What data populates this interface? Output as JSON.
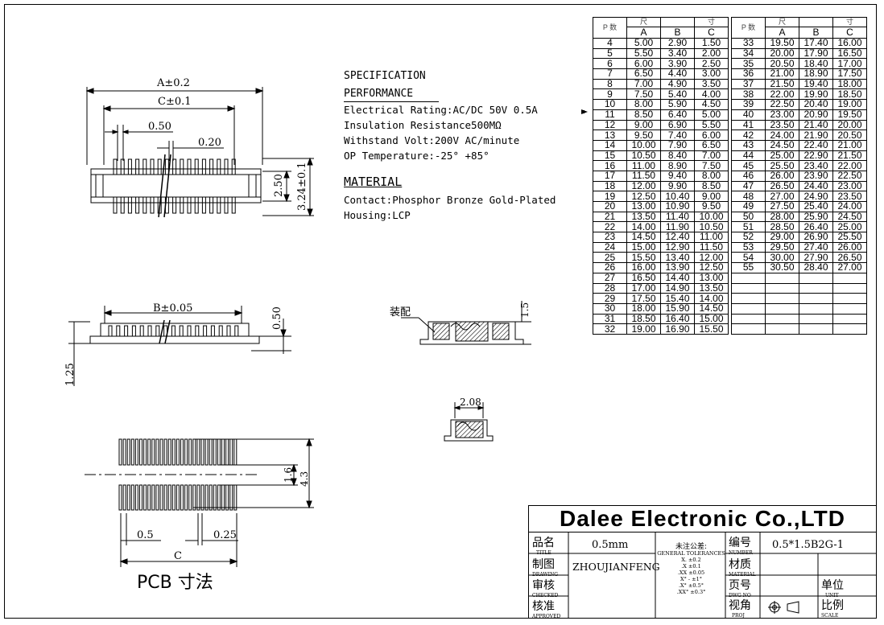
{
  "dims": {
    "a_tol": "A±0.2",
    "c_tol": "C±0.1",
    "pitch": "0.50",
    "gap": "0.20",
    "h1": "2.50",
    "h2": "3.24±0.1",
    "b_tol": "B±0.05",
    "side_h": "0.50",
    "left_h": "1.25",
    "asm_h": "1.5",
    "asm_label": "装配",
    "w208": "2.08",
    "pcb_gap": "1.6",
    "pcb_h": "4.3",
    "pcb_pitch": "0.5",
    "pcb_width": "0.25",
    "pcb_c": "C",
    "pcb_title": "PCB 寸法"
  },
  "spec": {
    "heading": "SPECIFICATION",
    "perf_heading": "PERFORMANCE",
    "perf_lines": [
      "Electrical Rating:AC/DC 50V 0.5A",
      "Insulation Resistance500MΩ",
      "Withstand Volt:200V AC/minute",
      "OP Temperature:-25° +85°"
    ],
    "mat_heading": "MATERIAL",
    "mat_lines": [
      "Contact:Phosphor Bronze Gold-Plated",
      "Housing:LCP"
    ]
  },
  "table": {
    "p_header": "P 数",
    "dim_header_l": "尺",
    "dim_header_r": "寸",
    "cols": [
      "A",
      "B",
      "C"
    ],
    "left": [
      [
        "4",
        "5.00",
        "2.90",
        "1.50"
      ],
      [
        "5",
        "5.50",
        "3.40",
        "2.00"
      ],
      [
        "6",
        "6.00",
        "3.90",
        "2.50"
      ],
      [
        "7",
        "6.50",
        "4.40",
        "3.00"
      ],
      [
        "8",
        "7.00",
        "4.90",
        "3.50"
      ],
      [
        "9",
        "7.50",
        "5.40",
        "4.00"
      ],
      [
        "10",
        "8.00",
        "5.90",
        "4.50"
      ],
      [
        "11",
        "8.50",
        "6.40",
        "5.00"
      ],
      [
        "12",
        "9.00",
        "6.90",
        "5.50"
      ],
      [
        "13",
        "9.50",
        "7.40",
        "6.00"
      ],
      [
        "14",
        "10.00",
        "7.90",
        "6.50"
      ],
      [
        "15",
        "10.50",
        "8.40",
        "7.00"
      ],
      [
        "16",
        "11.00",
        "8.90",
        "7.50"
      ],
      [
        "17",
        "11.50",
        "9.40",
        "8.00"
      ],
      [
        "18",
        "12.00",
        "9.90",
        "8.50"
      ],
      [
        "19",
        "12.50",
        "10.40",
        "9.00"
      ],
      [
        "20",
        "13.00",
        "10.90",
        "9.50"
      ],
      [
        "21",
        "13.50",
        "11.40",
        "10.00"
      ],
      [
        "22",
        "14.00",
        "11.90",
        "10.50"
      ],
      [
        "23",
        "14.50",
        "12.40",
        "11.00"
      ],
      [
        "24",
        "15.00",
        "12.90",
        "11.50"
      ],
      [
        "25",
        "15.50",
        "13.40",
        "12.00"
      ],
      [
        "26",
        "16.00",
        "13.90",
        "12.50"
      ],
      [
        "27",
        "16.50",
        "14.40",
        "13.00"
      ],
      [
        "28",
        "17.00",
        "14.90",
        "13.50"
      ],
      [
        "29",
        "17.50",
        "15.40",
        "14.00"
      ],
      [
        "30",
        "18.00",
        "15.90",
        "14.50"
      ],
      [
        "31",
        "18.50",
        "16.40",
        "15.00"
      ],
      [
        "32",
        "19.00",
        "16.90",
        "15.50"
      ]
    ],
    "right": [
      [
        "33",
        "19.50",
        "17.40",
        "16.00"
      ],
      [
        "34",
        "20.00",
        "17.90",
        "16.50"
      ],
      [
        "35",
        "20.50",
        "18.40",
        "17.00"
      ],
      [
        "36",
        "21.00",
        "18.90",
        "17.50"
      ],
      [
        "37",
        "21.50",
        "19.40",
        "18.00"
      ],
      [
        "38",
        "22.00",
        "19.90",
        "18.50"
      ],
      [
        "39",
        "22.50",
        "20.40",
        "19.00"
      ],
      [
        "40",
        "23.00",
        "20.90",
        "19.50"
      ],
      [
        "41",
        "23.50",
        "21.40",
        "20.00"
      ],
      [
        "42",
        "24.00",
        "21.90",
        "20.50"
      ],
      [
        "43",
        "24.50",
        "22.40",
        "21.00"
      ],
      [
        "44",
        "25.00",
        "22.90",
        "21.50"
      ],
      [
        "45",
        "25.50",
        "23.40",
        "22.00"
      ],
      [
        "46",
        "26.00",
        "23.90",
        "22.50"
      ],
      [
        "47",
        "26.50",
        "24.40",
        "23.00"
      ],
      [
        "48",
        "27.00",
        "24.90",
        "23.50"
      ],
      [
        "49",
        "27.50",
        "25.40",
        "24.00"
      ],
      [
        "50",
        "28.00",
        "25.90",
        "24.50"
      ],
      [
        "51",
        "28.50",
        "26.40",
        "25.00"
      ],
      [
        "52",
        "29.00",
        "26.90",
        "25.50"
      ],
      [
        "53",
        "29.50",
        "27.40",
        "26.00"
      ],
      [
        "54",
        "30.00",
        "27.90",
        "26.50"
      ],
      [
        "55",
        "30.50",
        "28.40",
        "27.00"
      ]
    ]
  },
  "title_block": {
    "company": "Dalee Electronic Co.,LTD",
    "title_cn": "品名",
    "title_en": "TITLE",
    "title_val": "0.5mm",
    "drawing_cn": "制图",
    "drawing_en": "DRAWING",
    "drawing_val": "ZHOUJIANFENG",
    "checked_cn": "审核",
    "checked_en": "CHECKED",
    "approved_cn": "核准",
    "approved_en": "APPROVED",
    "tol_cn": "未注公差:",
    "tol_en": "GENERAL TOLERANCES",
    "tol_lines": [
      "X. ±0.2",
      ".X ±0.1",
      ".XX ±0.05",
      "X° - ±1°",
      ".X° ±0.5°",
      ".XX° ±0.3°"
    ],
    "number_cn": "编号",
    "number_en": "NUMBER",
    "number_val": "0.5*1.5B2G-1",
    "material_cn": "材质",
    "material_en": "MATERIAL",
    "dwg_cn": "页号",
    "dwg_en": "DWG NO",
    "proj_cn": "视角",
    "proj_en": "PROJ",
    "unit_cn": "单位",
    "unit_en": "UNIT",
    "scale_cn": "比例",
    "scale_en": "SCALE"
  }
}
